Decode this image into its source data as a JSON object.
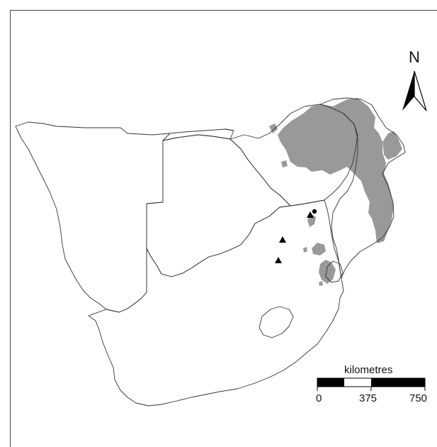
{
  "map": {
    "north_label": "N",
    "scale": {
      "title": "kilometres",
      "ticks": [
        "0",
        "375",
        "750"
      ]
    },
    "colors": {
      "range_fill": "#999999",
      "border": "#333333",
      "marker": "#000000"
    },
    "marker_symbols": {
      "triangle": "black-triangle",
      "circle": "black-circle"
    }
  }
}
